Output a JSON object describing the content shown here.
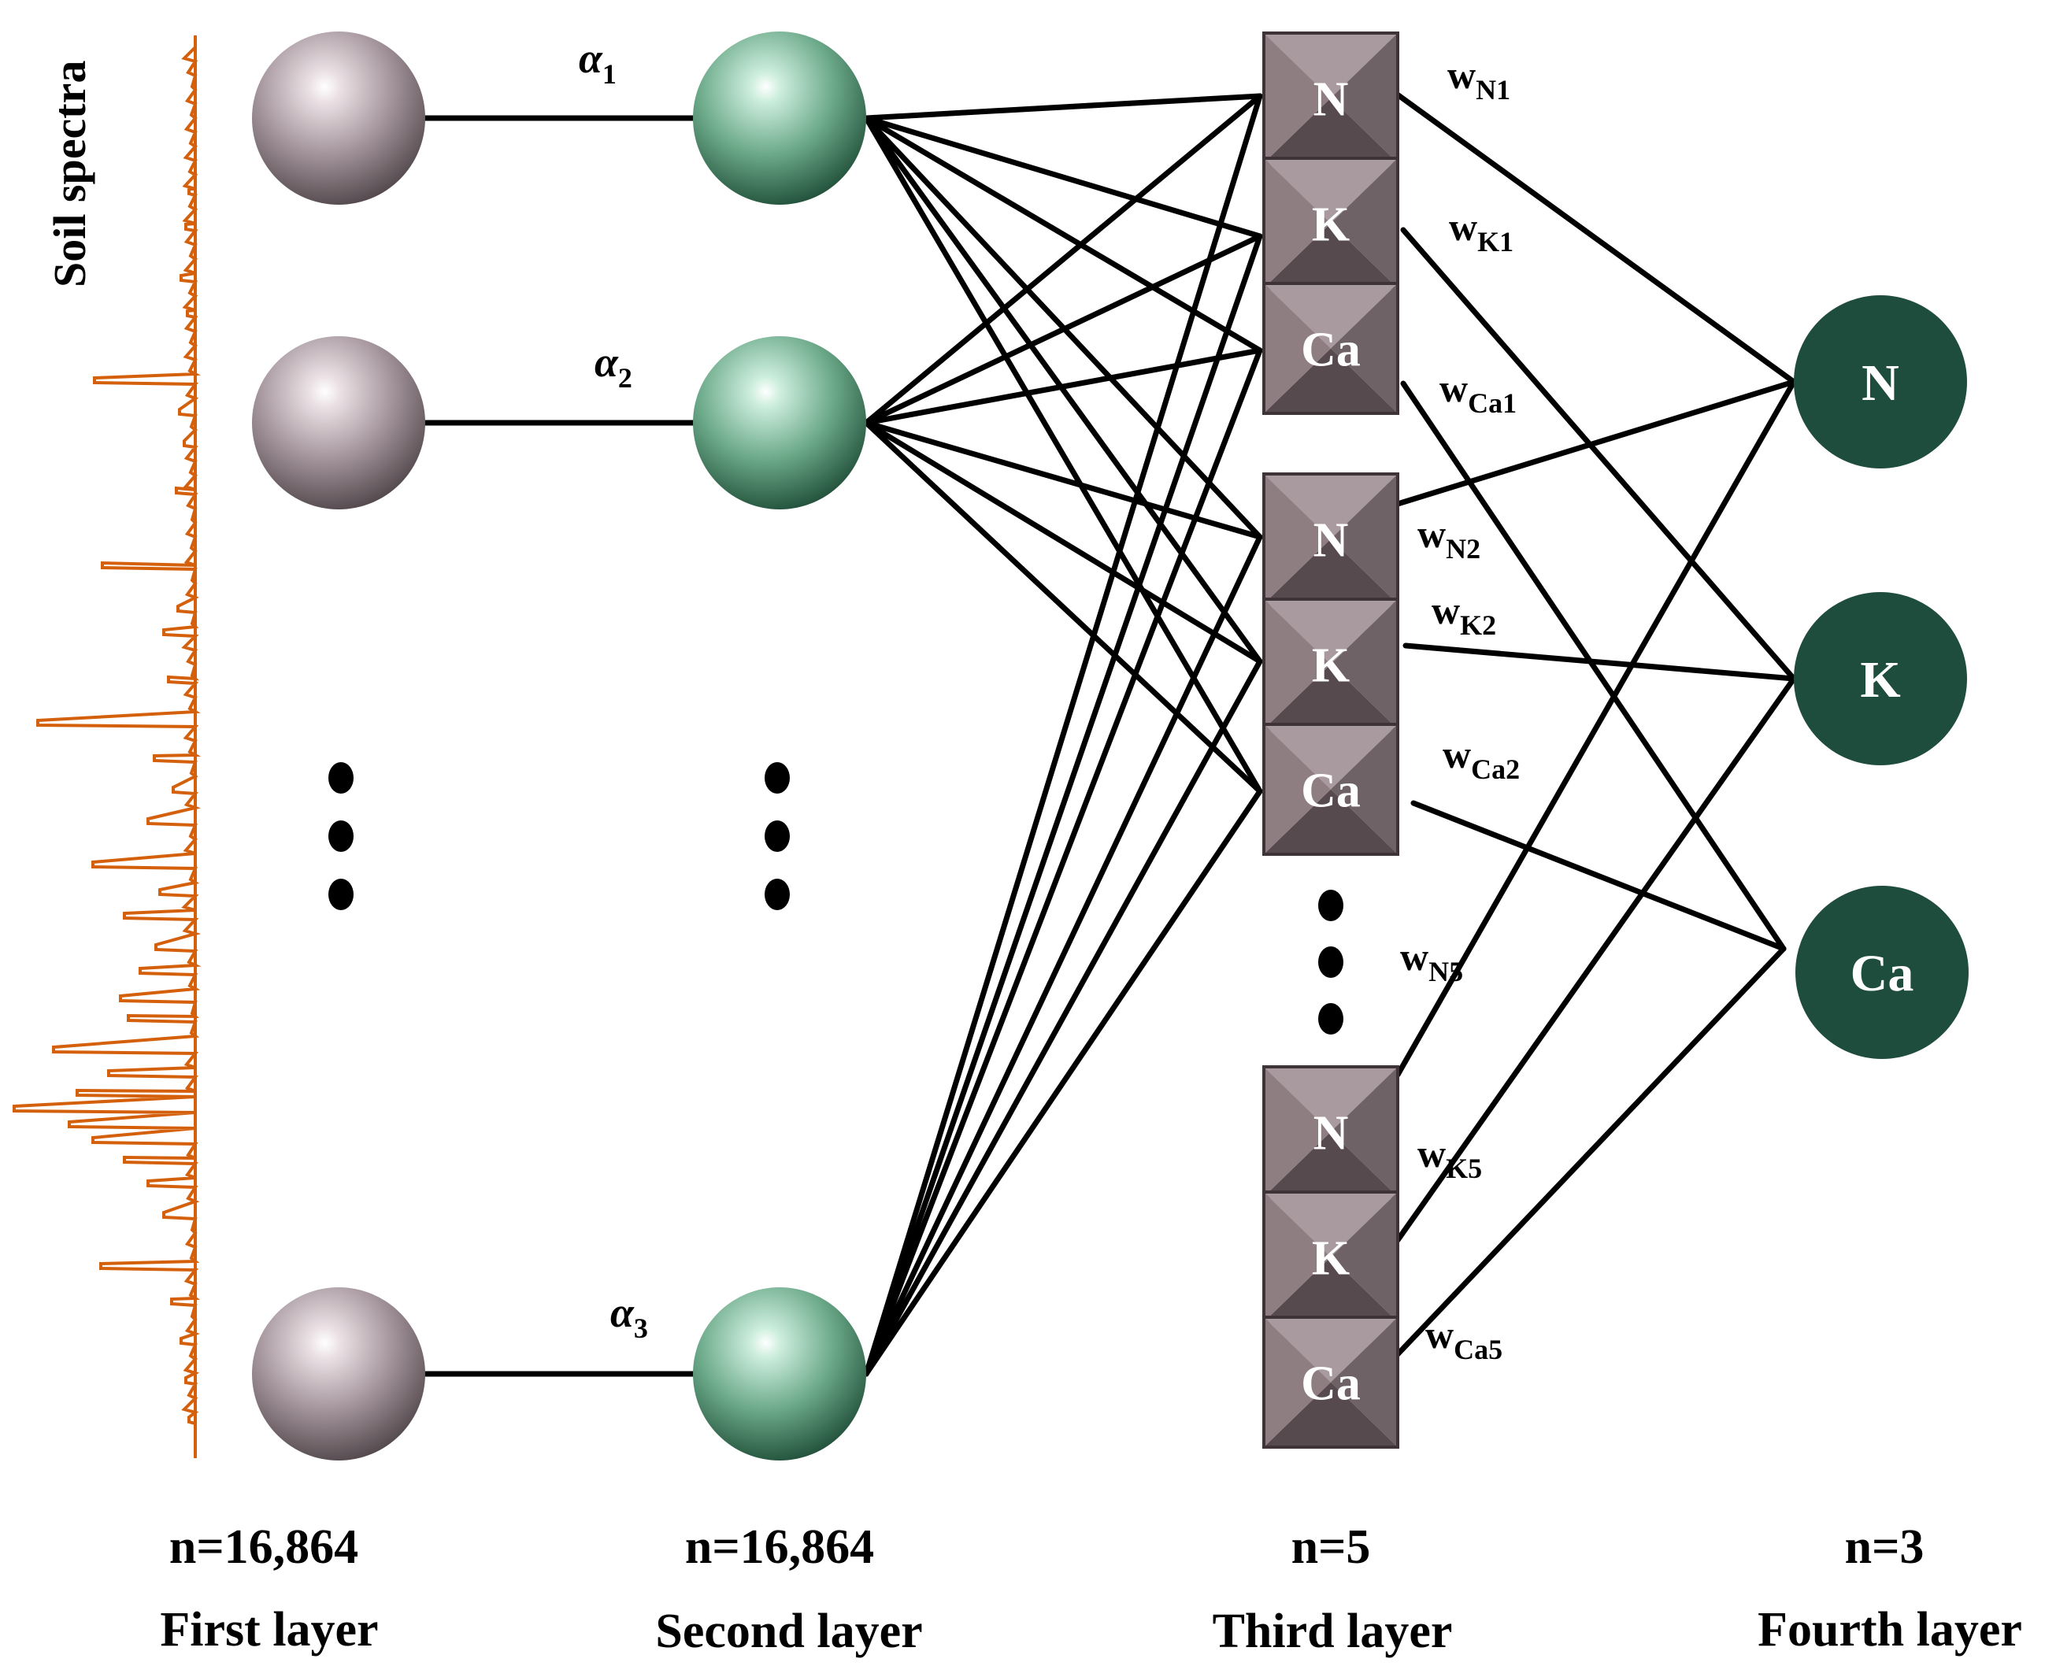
{
  "side_label": "Soil spectra",
  "alphas": [
    {
      "symbol": "α",
      "sub": "1"
    },
    {
      "symbol": "α",
      "sub": "2"
    },
    {
      "symbol": "α",
      "sub": "3"
    }
  ],
  "third_layer": {
    "blocks": [
      {
        "cells": [
          "N",
          "K",
          "Ca"
        ],
        "weights": [
          {
            "w": "w",
            "sub": "N1"
          },
          {
            "w": "w",
            "sub": "K1"
          },
          {
            "w": "w",
            "sub": "Ca1"
          }
        ]
      },
      {
        "cells": [
          "N",
          "K",
          "Ca"
        ],
        "weights": [
          {
            "w": "w",
            "sub": "N2"
          },
          {
            "w": "w",
            "sub": "K2"
          },
          {
            "w": "w",
            "sub": "Ca2"
          }
        ]
      },
      {
        "cells": [
          "N",
          "K",
          "Ca"
        ],
        "weights": [
          {
            "w": "w",
            "sub": "N5"
          },
          {
            "w": "w",
            "sub": "K5"
          },
          {
            "w": "w",
            "sub": "Ca5"
          }
        ]
      }
    ]
  },
  "outputs": [
    "N",
    "K",
    "Ca"
  ],
  "layers": [
    {
      "n": "n=16,864",
      "name": "First layer"
    },
    {
      "n": "n=16,864",
      "name": "Second layer"
    },
    {
      "n": "n=5",
      "name": "Third layer"
    },
    {
      "n": "n=3",
      "name": "Fourth layer"
    }
  ],
  "colors": {
    "spectrum": "#d4600c",
    "first_layer_node": "#9a8a8e",
    "second_layer_node": "#5f9c7c",
    "third_layer_cell": "#8e7e82",
    "fourth_layer_node": "#1f4d3d",
    "edges": "#000000"
  }
}
